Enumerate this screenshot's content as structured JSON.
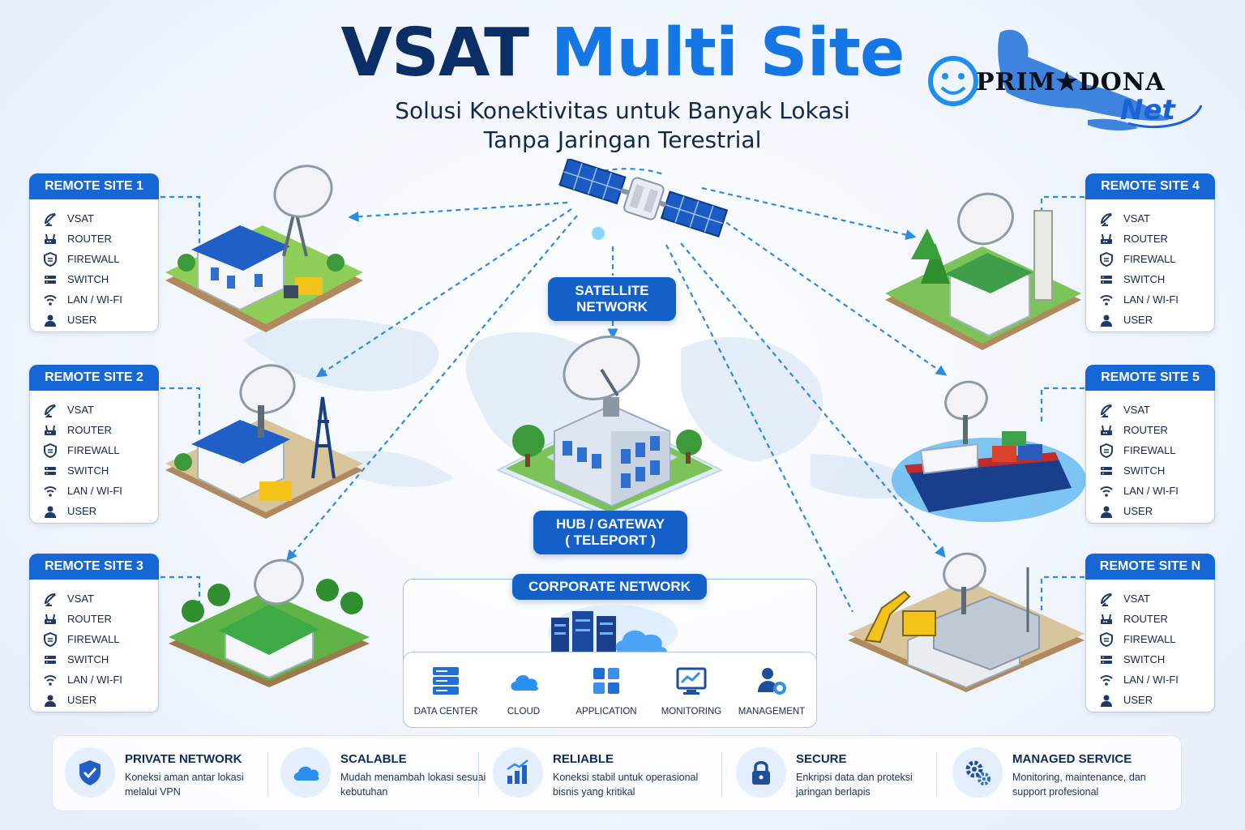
{
  "title": {
    "part1": "VSAT",
    "part2": "Multi Site"
  },
  "subtitle": {
    "line1": "Solusi Konektivitas untuk Banyak Lokasi",
    "line2": "Tanpa Jaringan Terestrial"
  },
  "logo": {
    "text": "PRIM★DONA",
    "sub": "Net"
  },
  "site_items": [
    "VSAT",
    "ROUTER",
    "FIREWALL",
    "SWITCH",
    "LAN / WI-FI",
    "USER"
  ],
  "sites": [
    {
      "title": "REMOTE SITE 1"
    },
    {
      "title": "REMOTE SITE 2"
    },
    {
      "title": "REMOTE SITE 3"
    },
    {
      "title": "REMOTE SITE 4"
    },
    {
      "title": "REMOTE SITE 5"
    },
    {
      "title": "REMOTE SITE N"
    }
  ],
  "satellite": {
    "line1": "SATELLITE",
    "line2": "NETWORK"
  },
  "hub": {
    "line1": "HUB / GATEWAY",
    "line2": "( TELEPORT )"
  },
  "corporate": {
    "title": "CORPORATE NETWORK",
    "items": [
      "DATA CENTER",
      "CLOUD",
      "APPLICATION",
      "MONITORING",
      "MANAGEMENT"
    ]
  },
  "features": [
    {
      "title": "PRIVATE NETWORK",
      "desc": "Koneksi aman antar lokasi melalui VPN",
      "icon": "shield-check-icon"
    },
    {
      "title": "SCALABLE",
      "desc": "Mudah menambah lokasi sesuai kebutuhan",
      "icon": "cloud-icon"
    },
    {
      "title": "RELIABLE",
      "desc": "Koneksi stabil untuk operasional bisnis yang kritikal",
      "icon": "bar-chart-icon"
    },
    {
      "title": "SECURE",
      "desc": "Enkripsi data dan proteksi jaringan berlapis",
      "icon": "padlock-icon"
    },
    {
      "title": "MANAGED SERVICE",
      "desc": "Monitoring, maintenance, dan support profesional",
      "icon": "gears-icon"
    }
  ],
  "colors": {
    "brand_dark": "#0b2e66",
    "brand_blue": "#1576e6",
    "pill": "#1360c8",
    "link": "#2a8be0"
  }
}
